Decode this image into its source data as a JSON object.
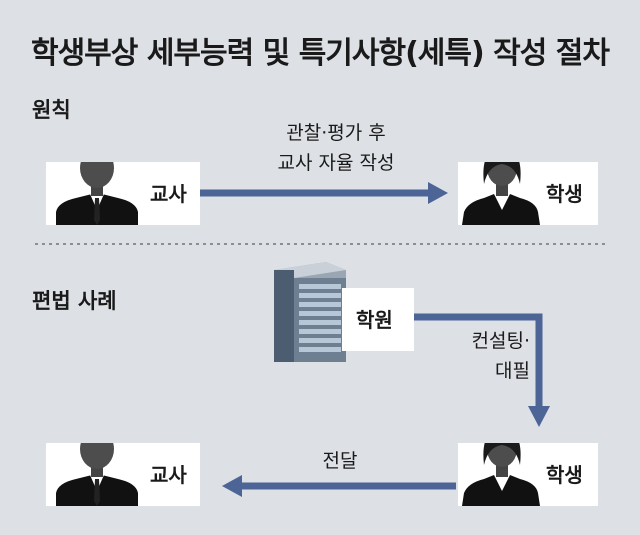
{
  "title": "학생부상 세부능력 및 특기사항(세특) 작성 절차",
  "sections": {
    "principle": {
      "label": "원칙",
      "teacher_label": "교사",
      "student_label": "학생",
      "arrow_label_line1": "관찰·평가 후",
      "arrow_label_line2": "교사 자율 작성"
    },
    "illegal": {
      "label": "편법 사례",
      "academy_label": "학원",
      "student_label": "학생",
      "teacher_label": "교사",
      "consult_label_line1": "컨설팅·",
      "consult_label_line2": "대필",
      "deliver_label": "전달"
    }
  },
  "colors": {
    "background": "#dde1e6",
    "arrow": "#4d6496",
    "figure": "#4d4d4d",
    "dotted_divider": "#8a8f96"
  }
}
